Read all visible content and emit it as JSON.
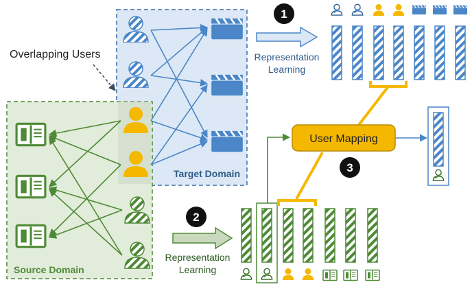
{
  "labels": {
    "overlapping_users": "Overlapping Users",
    "target_domain": "Target Domain",
    "source_domain": "Source Domain",
    "representation_learning_top": [
      "Representation",
      "Learning"
    ],
    "representation_learning_bottom": [
      "Representation",
      "Learning"
    ],
    "user_mapping": "User Mapping"
  },
  "steps": [
    "1",
    "2",
    "3"
  ],
  "colors": {
    "target_blue": "#4a86c8",
    "target_bg": "#dce8f5",
    "source_green": "#4e8a36",
    "source_bg": "#e2ecda",
    "overlap_orange": "#f5b800",
    "mapping_fill": "#f5b800",
    "text_dark": "#1f1f1f",
    "target_label": "#2f5d8c",
    "source_label": "#4e8a36"
  },
  "top_row_icons": [
    "user-blue-icon",
    "user-blue-icon",
    "user-orange-icon",
    "user-orange-icon",
    "clapper-icon",
    "clapper-icon",
    "clapper-icon",
    "clapper-icon"
  ],
  "bottom_row_icons": [
    "user-green-icon",
    "user-green-icon",
    "user-orange-icon",
    "user-orange-icon",
    "book-icon",
    "book-icon",
    "book-icon"
  ]
}
